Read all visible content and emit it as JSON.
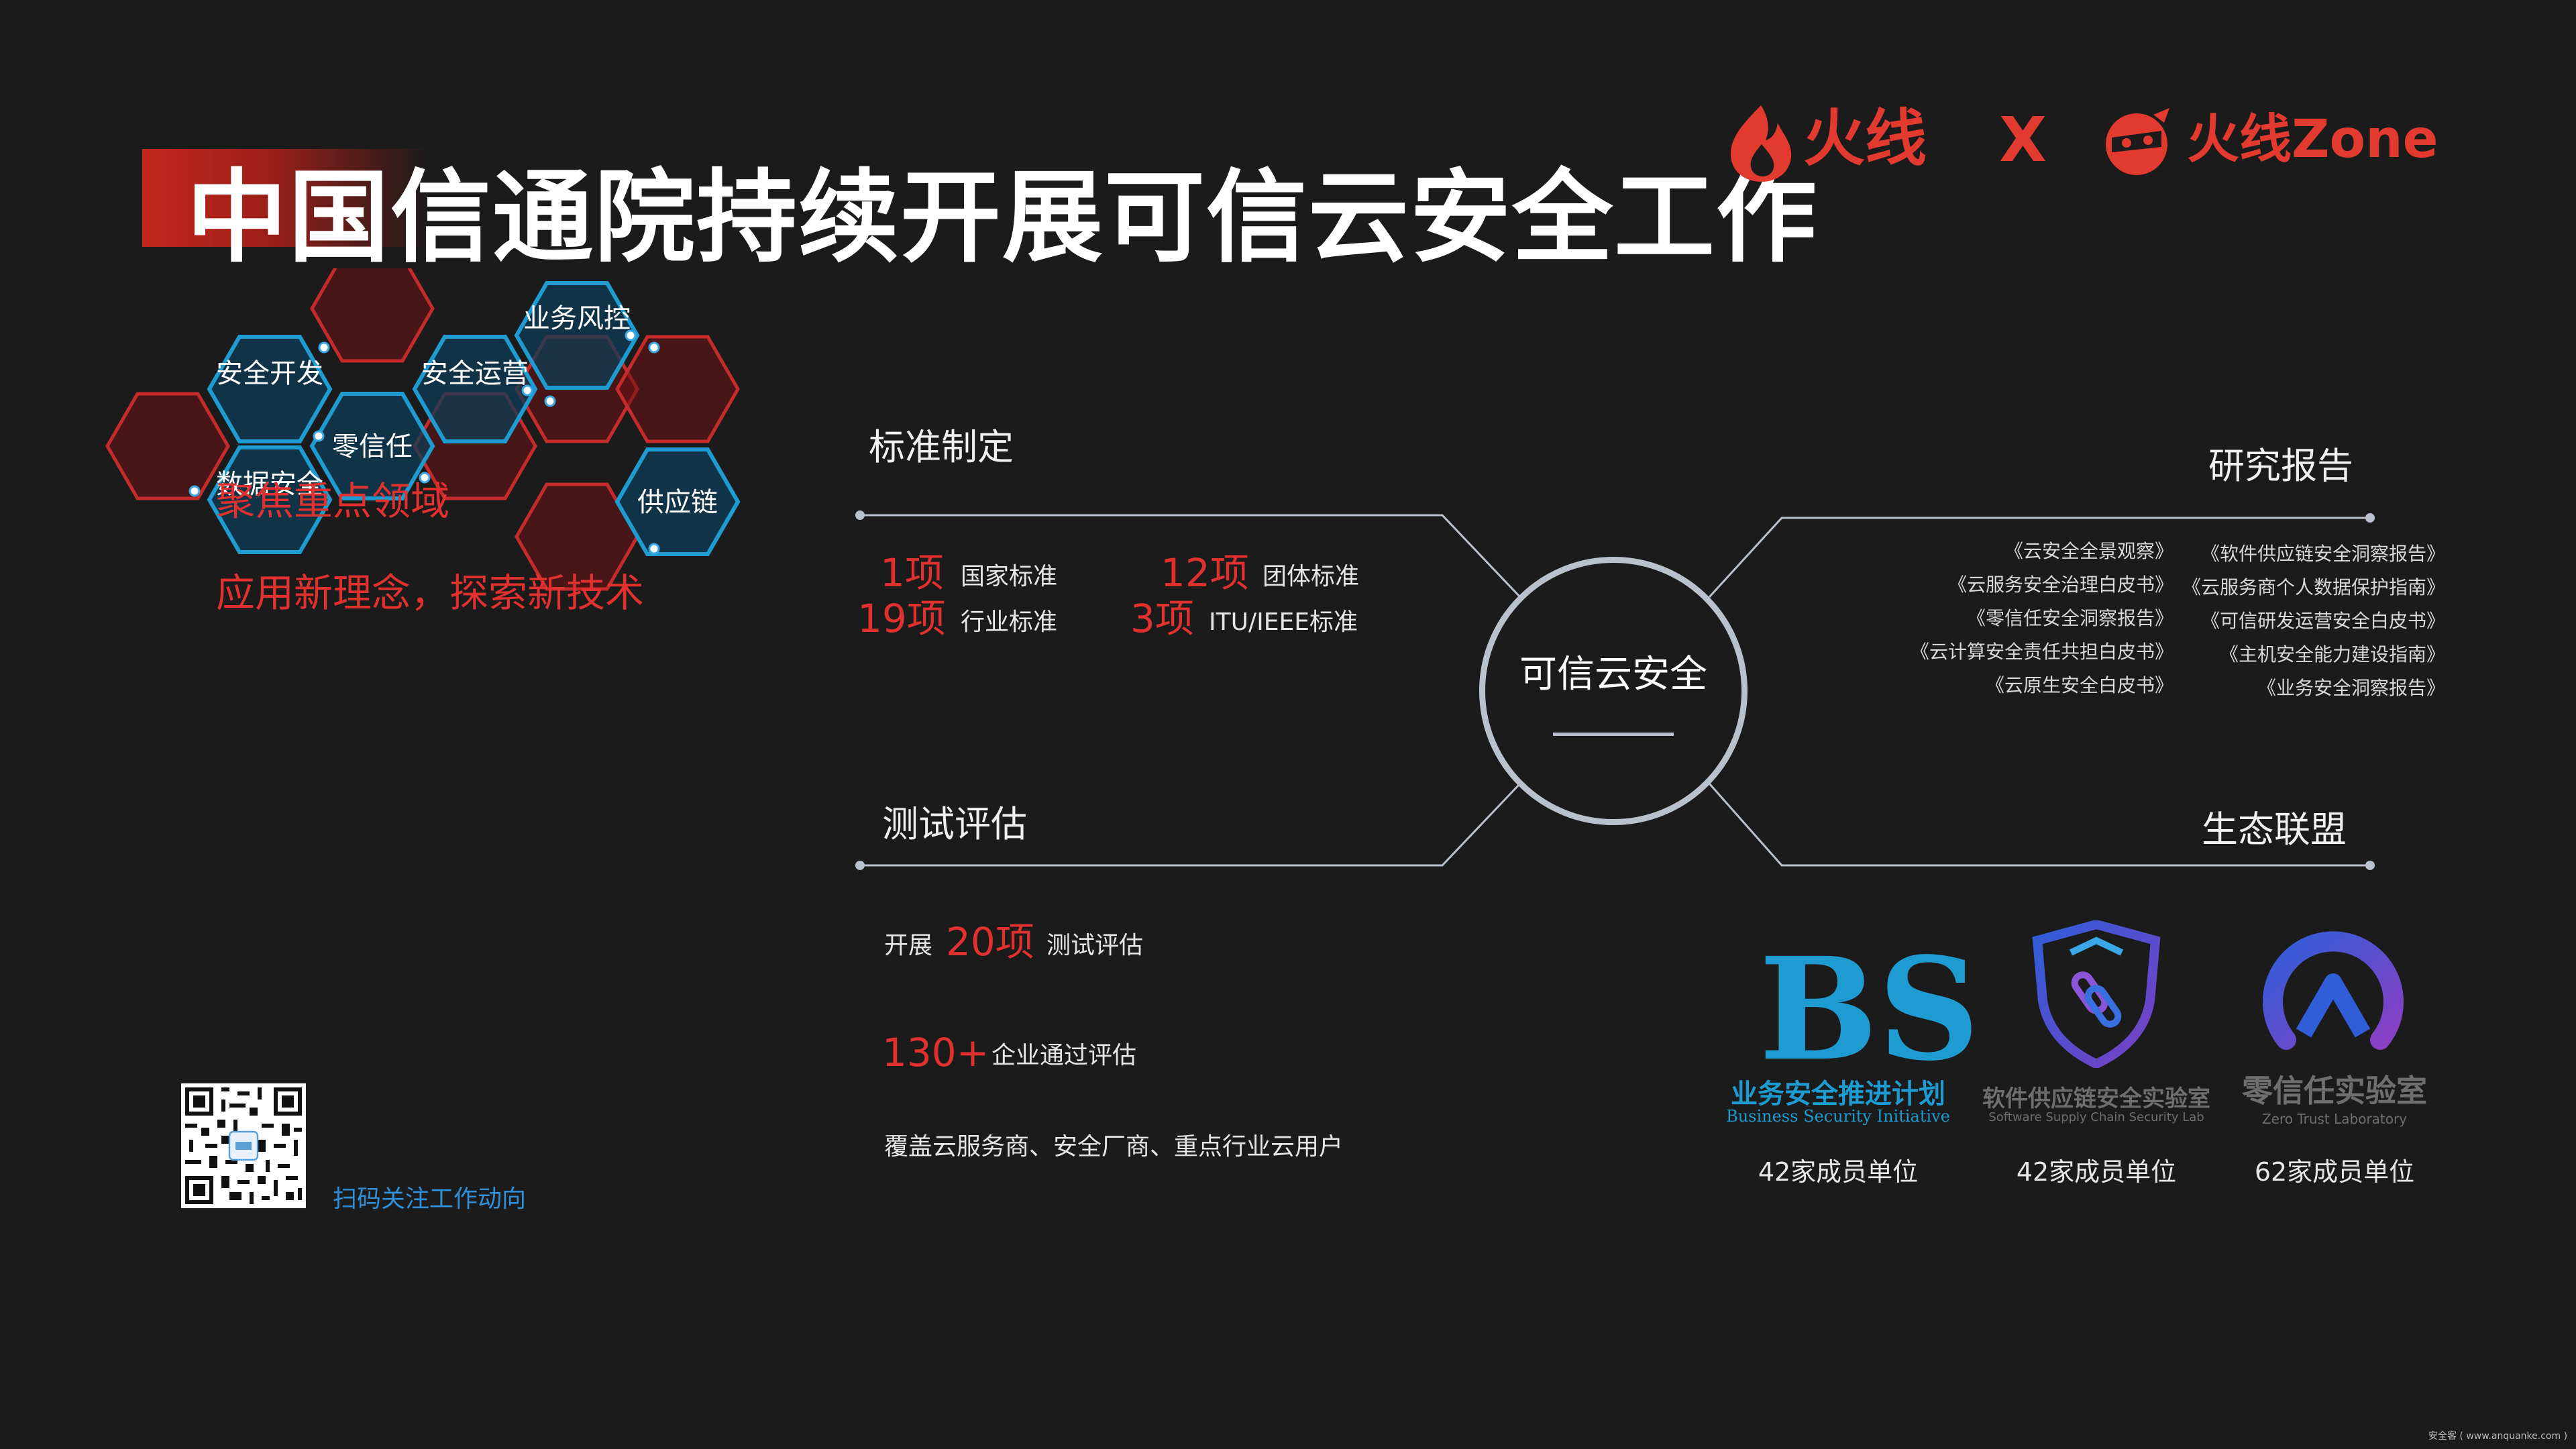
{
  "title": "中国信通院持续开展可信云安全工作",
  "brand": {
    "left": "火线",
    "separator": "X",
    "right": "火线Zone"
  },
  "hexagons": [
    {
      "label": "安全开发"
    },
    {
      "label": "零信任"
    },
    {
      "label": "数据安全"
    },
    {
      "label": "安全运营"
    },
    {
      "label": "业务风控"
    },
    {
      "label": "供应链"
    }
  ],
  "slogans": {
    "line1": "聚焦重点领域",
    "line2": "应用新理念，探索新技术"
  },
  "center": {
    "title": "可信云安全"
  },
  "standards": {
    "title": "标准制定",
    "items": [
      {
        "num": "1项",
        "label": "国家标准"
      },
      {
        "num": "12项",
        "label": "团体标准"
      },
      {
        "num": "19项",
        "label": "行业标准"
      },
      {
        "num": "3项",
        "label": "ITU/IEEE标准"
      }
    ]
  },
  "reports": {
    "title": "研究报告",
    "left": [
      "《云安全全景观察》",
      "《云服务安全治理白皮书》",
      "《零信任安全洞察报告》",
      "《云计算安全责任共担白皮书》",
      "《云原生安全白皮书》"
    ],
    "right": [
      "《软件供应链安全洞察报告》",
      "《云服务商个人数据保护指南》",
      "《可信研发运营安全白皮书》",
      "《主机安全能力建设指南》",
      "《业务安全洞察报告》"
    ]
  },
  "testing": {
    "title": "测试评估",
    "line1_prefix": "开展",
    "line1_num": "20项",
    "line1_suffix": "测试评估",
    "line2_num": "130+",
    "line2_suffix": "企业通过评估",
    "line3": "覆盖云服务商、安全厂商、重点行业云用户"
  },
  "ecosystem": {
    "title": "生态联盟",
    "orgs": [
      {
        "logo_text": "BS",
        "name": "业务安全推进计划",
        "subtitle": "Business Security Initiative",
        "members": "42家成员单位"
      },
      {
        "logo_text": "",
        "name": "软件供应链安全实验室",
        "subtitle": "Software Supply Chain Security Lab",
        "members": "42家成员单位"
      },
      {
        "logo_text": "",
        "name": "零信任实验室",
        "subtitle": "Zero Trust Laboratory",
        "members": "62家成员单位"
      }
    ]
  },
  "qr": {
    "caption": "扫码关注工作动向"
  },
  "footer": {
    "credit": "安全客 ( www.anquanke.com )"
  },
  "colors": {
    "accent_red": "#e0312f",
    "hex_blue": "#1e9bd1",
    "hex_red": "#c62b2b",
    "ring": "#b8c1cc"
  }
}
